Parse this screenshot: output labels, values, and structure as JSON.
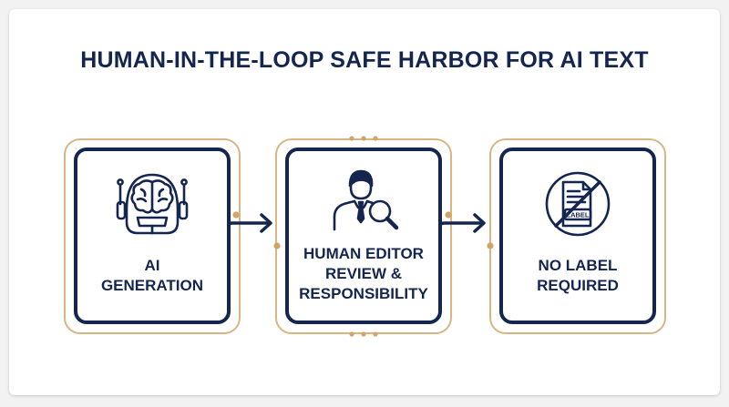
{
  "title": "HUMAN-IN-THE-LOOP SAFE HARBOR FOR AI TEXT",
  "colors": {
    "navy": "#14264f",
    "gold": "#d9b585",
    "dot": "#d2a468"
  },
  "steps": [
    {
      "icon": "ai-brain-robot-icon",
      "label_lines": [
        "AI",
        "GENERATION"
      ]
    },
    {
      "icon": "human-editor-magnifier-icon",
      "label_lines": [
        "HUMAN EDITOR",
        "REVIEW &",
        "RESPONSIBILITY"
      ]
    },
    {
      "icon": "no-label-prohibited-icon",
      "label_lines": [
        "NO LABEL",
        "REQUIRED"
      ],
      "icon_text": "LABEL"
    }
  ]
}
